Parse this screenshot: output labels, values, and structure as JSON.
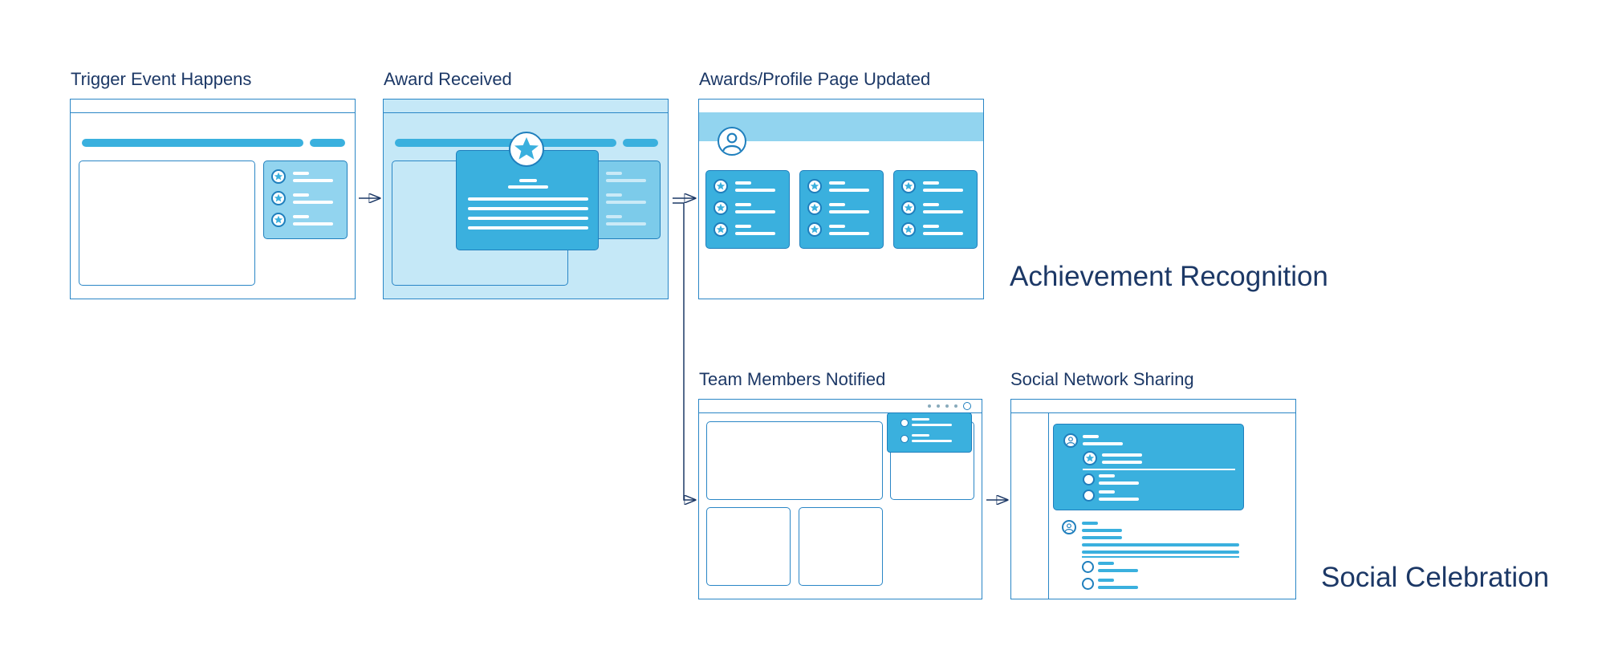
{
  "steps": {
    "trigger": "Trigger Event Happens",
    "award": "Award Received",
    "profile": "Awards/Profile Page Updated",
    "team": "Team Members Notified",
    "social": "Social Network Sharing"
  },
  "groups": {
    "achievement": "Achievement Recognition",
    "celebration": "Social Celebration"
  },
  "icons": {
    "award": "star-icon",
    "person": "user-avatar-icon"
  },
  "colors": {
    "accent": "#3ab0de",
    "outline": "#2a86c6",
    "highlight_bg": "#c5e8f7",
    "header_band": "#92d4ef",
    "text": "#1c3866"
  }
}
